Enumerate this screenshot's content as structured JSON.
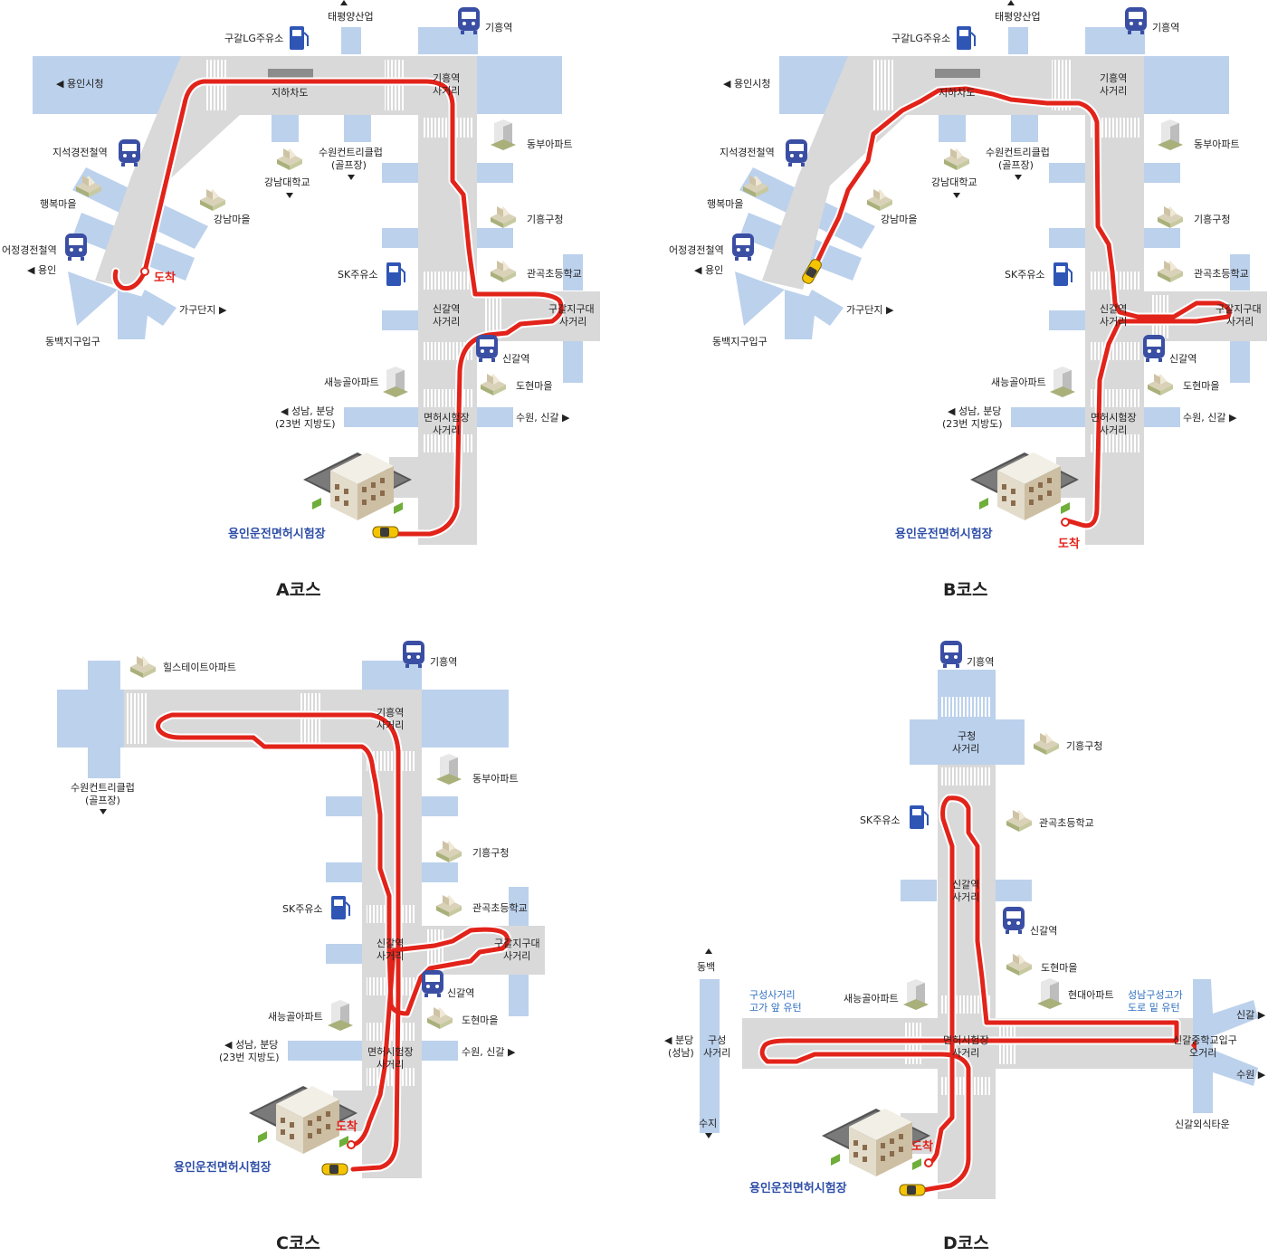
{
  "colors": {
    "route": "#e2231a",
    "road": "#d9d9d9",
    "side_road": "#bcd1ec",
    "station": "#3a4fa3",
    "gas": "#2f55b5",
    "car": "#f5c400",
    "label_blue": "#2f4fa8"
  },
  "icons": [
    "subway-icon",
    "gas-station-icon",
    "building-icon",
    "car-icon",
    "test-center-building-icon",
    "arrival-marker-icon"
  ],
  "courses": [
    {
      "title": "A코스",
      "arrival": "도착",
      "test_center": "용인운전면허시험장",
      "labels": {
        "l0": "태평양산업",
        "l1": "구갈LG주유소",
        "l2": "기흥역",
        "l3": "◀ 용인시청",
        "l4": "지하차도",
        "l5a": "기흥역",
        "l5b": "사거리",
        "l6": "지석경전철역",
        "l7a": "수원컨트리클럽",
        "l7b": "(골프장)",
        "l8": "동부아파트",
        "l9": "행복마을",
        "l10": "강남대학교",
        "l11": "강남마을",
        "l12": "기흥구청",
        "l13": "어정경전철역",
        "l14": "◀ 용인",
        "l15": "SK주유소",
        "l16": "관곡초등학교",
        "l17": "가구단지 ▶",
        "l18a": "신갈역",
        "l18b": "사거리",
        "l19a": "구갈지구대",
        "l19b": "사거리",
        "l20": "동백지구입구",
        "l21": "신갈역",
        "l22": "새능골아파트",
        "l23": "도현마을",
        "l24a": "◀ 성남, 분당",
        "l24b": "(23번 지방도)",
        "l25a": "면허시험장",
        "l25b": "사거리",
        "l26": "수원, 신갈 ▶"
      }
    },
    {
      "title": "B코스",
      "arrival": "도착",
      "test_center": "용인운전면허시험장",
      "labels": {
        "l0": "태평양산업",
        "l1": "구갈LG주유소",
        "l2": "기흥역",
        "l3": "◀ 용인시청",
        "l4": "지하차도",
        "l5a": "기흥역",
        "l5b": "사거리",
        "l6": "지석경전철역",
        "l7a": "수원컨트리클럽",
        "l7b": "(골프장)",
        "l8": "동부아파트",
        "l9": "행복마을",
        "l10": "강남대학교",
        "l11": "강남마을",
        "l12": "기흥구청",
        "l13": "어정경전철역",
        "l14": "◀ 용인",
        "l15": "SK주유소",
        "l16": "관곡초등학교",
        "l17": "가구단지 ▶",
        "l18a": "신갈역",
        "l18b": "사거리",
        "l19a": "구갈지구대",
        "l19b": "사거리",
        "l20": "동백지구입구",
        "l21": "신갈역",
        "l22": "새능골아파트",
        "l23": "도현마을",
        "l24a": "◀ 성남, 분당",
        "l24b": "(23번 지방도)",
        "l25a": "면허시험장",
        "l25b": "사거리",
        "l26": "수원, 신갈 ▶"
      }
    },
    {
      "title": "C코스",
      "arrival": "도착",
      "test_center": "용인운전면허시험장",
      "labels": {
        "l0": "힐스테이트아파트",
        "l1": "기흥역",
        "l2a": "기흥역",
        "l2b": "사거리",
        "l3a": "수원컨트리클럽",
        "l3b": "(골프장)",
        "l4": "동부아파트",
        "l5": "기흥구청",
        "l6": "SK주유소",
        "l7": "관곡초등학교",
        "l8a": "신갈역",
        "l8b": "사거리",
        "l9a": "구갈지구대",
        "l9b": "사거리",
        "l10": "신갈역",
        "l11": "새능골아파트",
        "l12": "도현마을",
        "l13a": "◀ 성남, 분당",
        "l13b": "(23번 지방도)",
        "l14a": "면허시험장",
        "l14b": "사거리",
        "l15": "수원, 신갈 ▶"
      }
    },
    {
      "title": "D코스",
      "arrival": "도착",
      "test_center": "용인운전면허시험장",
      "labels": {
        "l0": "기흥역",
        "l1a": "구청",
        "l1b": "사거리",
        "l2": "기흥구청",
        "l3": "SK주유소",
        "l4": "관곡초등학교",
        "l5a": "신갈역",
        "l5b": "사거리",
        "l6": "신갈역",
        "l7": "도현마을",
        "l8": "동백",
        "l9a": "구성사거리",
        "l9b": "고가 앞 유턴",
        "l10": "새능골아파트",
        "l11": "현대아파트",
        "l12a": "성남구성고가",
        "l12b": "도로 밑 유턴",
        "l13": "신갈 ▶",
        "l14a": "◀ 분당",
        "l14b": "(성남)",
        "l15a": "구성",
        "l15b": "사거리",
        "l16a": "면허시험장",
        "l16b": "사거리",
        "l17a": "신갈중학교입구",
        "l17b": "오거리",
        "l18": "수원 ▶",
        "l19": "수지",
        "l20": "신갈외식타운"
      }
    }
  ]
}
